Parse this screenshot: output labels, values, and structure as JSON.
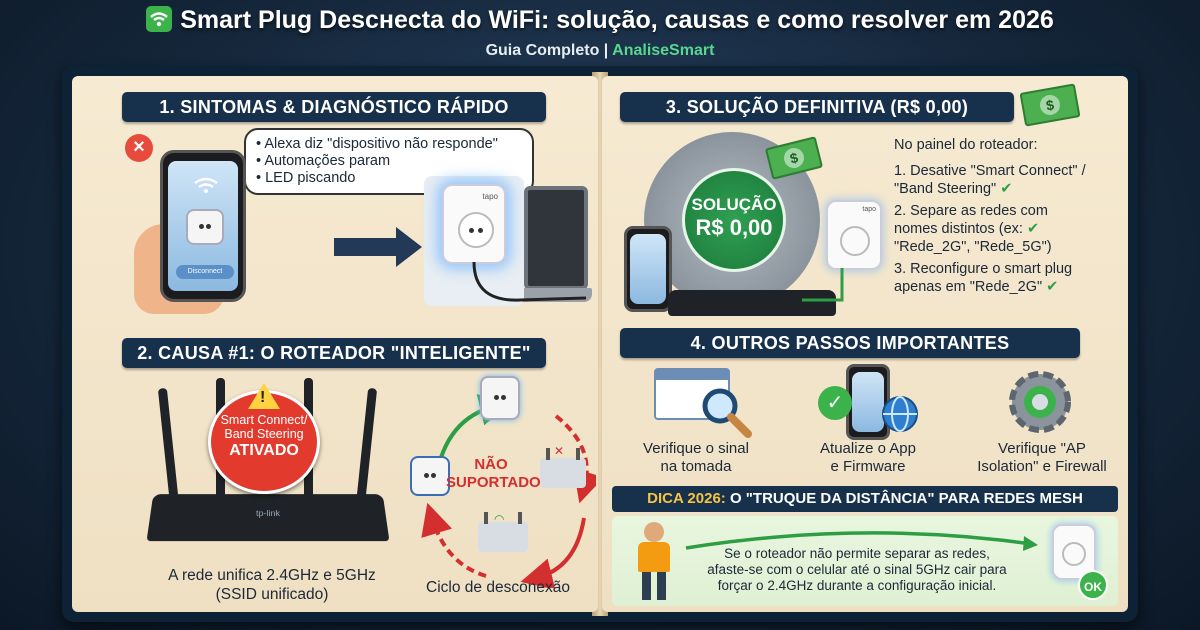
{
  "header": {
    "title": "Smart Plug Descнecta do WiFi: solução, causas e como resolver em 2026",
    "subtitle_prefix": "Guia Completo | ",
    "subtitle_brand": "AnaliseSmart"
  },
  "section1": {
    "title": "1. SINTOMAS & DIAGNÓSTICO RÁPIDO",
    "bubble_items": [
      "Alexa diz \"dispositivo não responde\"",
      "Automações param",
      "LED piscando"
    ],
    "phone_button": "Disconnect",
    "plug_brand": "tapo"
  },
  "section2": {
    "title": "2. CAUSA #1: O ROTEADOR \"INTELIGENTE\"",
    "warning_line1": "Smart Connect/",
    "warning_line2": "Band Steering",
    "warning_line3": "ATIVADO",
    "router_brand": "tp-link",
    "router_caption_line1": "A rede unifica 2.4GHz e 5GHz",
    "router_caption_line2": "(SSID unificado)",
    "nao_line1": "NÃO",
    "nao_line2": "SUPORTADO",
    "cycle_caption": "Ciclo de desconexão"
  },
  "section3": {
    "title": "3. SOLUÇÃO DEFINITIVA (R$ 0,00)",
    "badge_line1": "SOLUÇÃO",
    "badge_line2": "R$ 0,00",
    "plug_brand": "tapo",
    "intro": "No painel do roteador:",
    "steps": [
      {
        "line1": "1. Desative \"Smart Connect\" /",
        "line2": "\"Band Steering\""
      },
      {
        "line1": "2. Separe as redes com",
        "line2": "nomes distintos (ex:",
        "line3": "\"Rede_2G\", \"Rede_5G\")"
      },
      {
        "line1": "3. Reconfigure o smart plug",
        "line2": "apenas em \"Rede_2G\""
      }
    ],
    "check": "✔"
  },
  "section4": {
    "title": "4. OUTROS PASSOS IMPORTANTES",
    "tiles": [
      {
        "line1": "Verifique o sinal",
        "line2": "na tomada"
      },
      {
        "line1": "Atualize o App",
        "line2": "e Firmware"
      },
      {
        "line1": "Verifique \"AP",
        "line2": "Isolation\" e Firewall"
      }
    ]
  },
  "dica": {
    "highlight": "DICA 2026:",
    "title": " O \"TRUQUE DA DISTÂNCIA\" PARA REDES MESH",
    "text_line1": "Se o roteador não permite separar as redes,",
    "text_line2": "afaste-se com o celular até o sinal 5GHz cair para",
    "text_line3": "forçar o 2.4GHz durante a configuração inicial.",
    "ok": "OK"
  },
  "colors": {
    "header_bg": "#17314d",
    "accent_green": "#3bb34a",
    "warning_red": "#e23b2e",
    "page_bg": "#f6ead2"
  }
}
